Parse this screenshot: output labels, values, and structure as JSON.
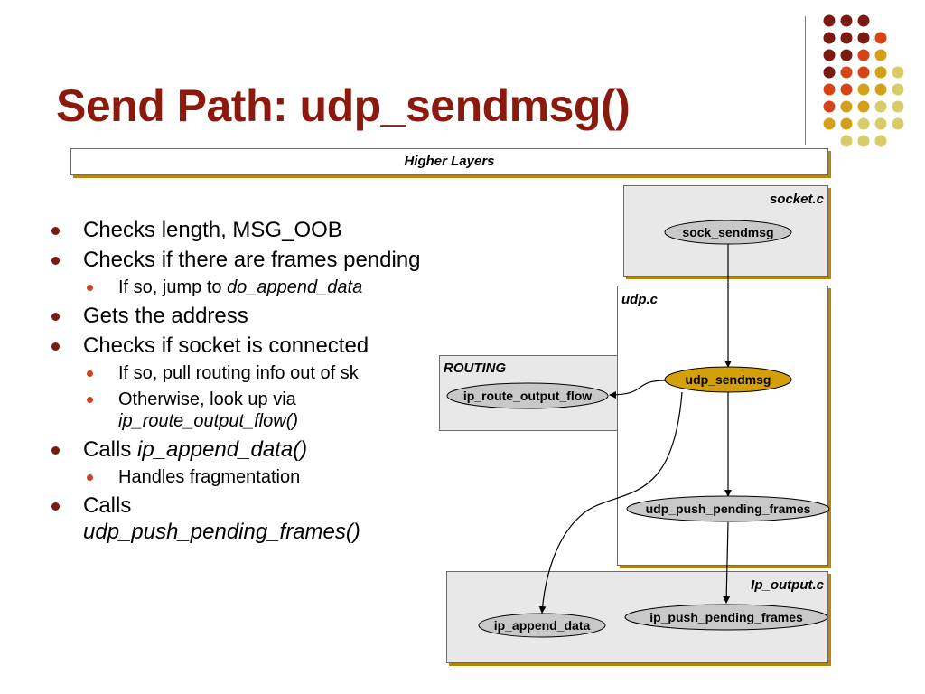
{
  "title": "Send Path: udp_sendmsg()",
  "bullets": [
    {
      "text": "Checks length, MSG_OOB"
    },
    {
      "text": "Checks if there are frames pending"
    },
    {
      "pre": "If so, jump to ",
      "italic": "do_append_data"
    },
    {
      "text": "Gets the address"
    },
    {
      "text": "Checks if socket is connected"
    },
    {
      "text": "If so, pull routing info out of sk"
    },
    {
      "line1": "Otherwise, look up via",
      "line2": "ip_route_output_flow()"
    },
    {
      "pre": "Calls ",
      "italic": "ip_append_data()"
    },
    {
      "text": "Handles fragmentation"
    },
    {
      "line1": "Calls",
      "line2": "udp_push_pending_frames()"
    }
  ],
  "diagram": {
    "higher_layers": "Higher Layers",
    "socket_label": "socket.c",
    "udp_label": "udp.c",
    "routing_label": "ROUTING",
    "ipout_label": "Ip_output.c",
    "nodes": {
      "sock_sendmsg": "sock_sendmsg",
      "udp_sendmsg": "udp_sendmsg",
      "ip_route_output_flow": "ip_route_output_flow",
      "udp_push_pending_frames": "udp_push_pending_frames",
      "ip_append_data": "ip_append_data",
      "ip_push_pending_frames": "ip_push_pending_frames"
    },
    "colors": {
      "highlight": "#d4a00a",
      "node_fill": "#c8c8c8",
      "title": "#8b1a0e"
    }
  }
}
